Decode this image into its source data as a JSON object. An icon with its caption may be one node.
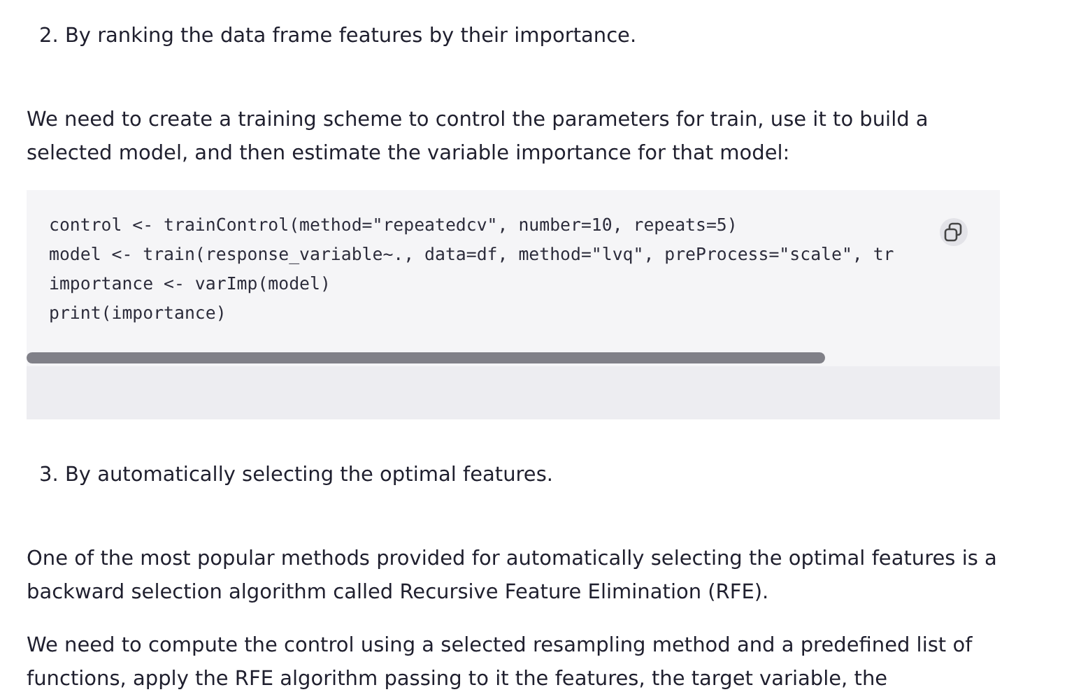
{
  "diagram": {
    "labels": [
      "2. By ranking the data frame features by their importance.",
      "We need to create a training scheme to control the parameters for train, use it to build a selected model, and then estimate the variable importance for that model:",
      "control <- trainControl(method=\"repeatedcv\", number=10, repeats=5)",
      "model <- train(response_variable~., data=df, method=\"lvq\", preProcess=\"scale\", tr",
      "importance <- varImp(model)",
      "print(importance)",
      "3. By automatically selecting the optimal features.",
      "One of the most popular methods provided for automatically selecting the optimal features is a backward selection algorithm called Recursive Feature Elimination (RFE).",
      "We need to compute the control using a selected resampling method and a predefined list of functions, apply the RFE algorithm passing to it the features, the target variable, the"
    ]
  }
}
